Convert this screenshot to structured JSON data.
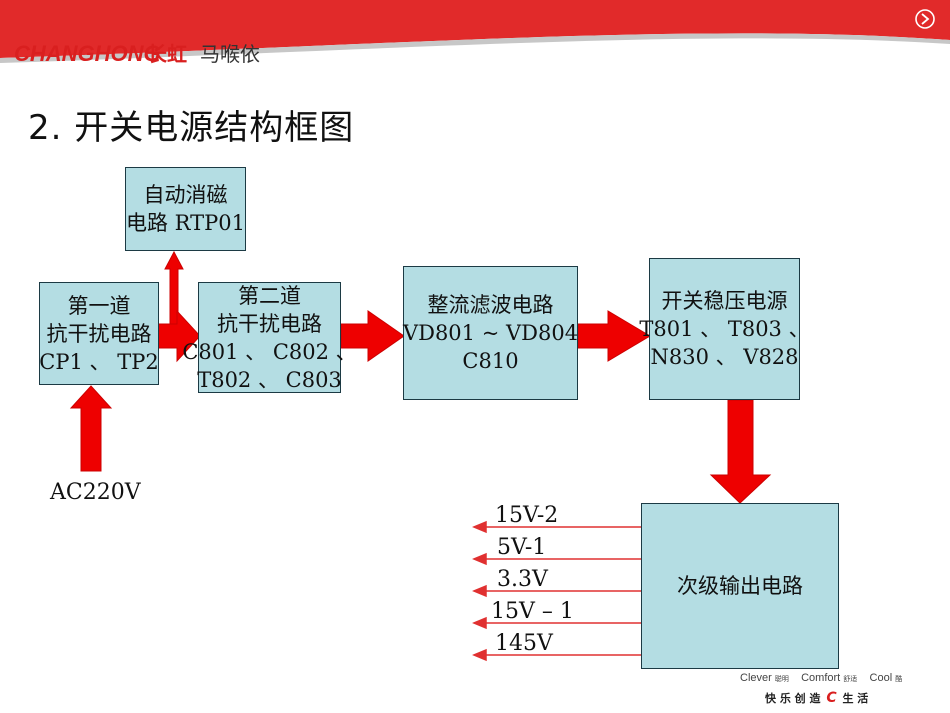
{
  "header": {
    "brand_latin": "CHANGHONG",
    "brand_cn": "长虹",
    "brand_sub": "马喉依",
    "nav_next_icon": "circle-chevron-right-icon"
  },
  "slide": {
    "title": "2. 开关电源结构框图"
  },
  "diagram": {
    "input_label": "AC220V",
    "blocks": [
      {
        "id": "filter1",
        "lines": [
          "第一道",
          "抗干扰电路",
          "CP1 、 TP2"
        ]
      },
      {
        "id": "degauss",
        "lines": [
          "自动消磁",
          "电路 RTP01"
        ]
      },
      {
        "id": "filter2",
        "lines": [
          "第二道",
          "抗干扰电路",
          "C801 、 C802 、",
          "T802 、 C803"
        ]
      },
      {
        "id": "rectifier",
        "lines": [
          "整流滤波电路",
          "VD801 ~ VD804",
          "C810"
        ]
      },
      {
        "id": "regulator",
        "lines": [
          "开关稳压电源",
          "T801 、 T803 、",
          "N830 、 V828"
        ]
      },
      {
        "id": "secondary",
        "lines": [
          "次级输出电路"
        ]
      }
    ],
    "outputs": [
      "15V-2",
      "5V-1",
      "3.3V",
      "15V – 1",
      "145V"
    ]
  },
  "footer": {
    "slogan_1": "Clever",
    "slogan_1_cn": "聪明",
    "slogan_2": "Comfort",
    "slogan_2_cn": "舒适",
    "slogan_3": "Cool",
    "slogan_3_cn": "酷",
    "tagline": "快 乐 创 造",
    "tagline_end": "生 活"
  },
  "colors": {
    "header_red": "#e12a2a",
    "box_fill": "#b4dde3",
    "arrow_red": "#ee0000"
  }
}
